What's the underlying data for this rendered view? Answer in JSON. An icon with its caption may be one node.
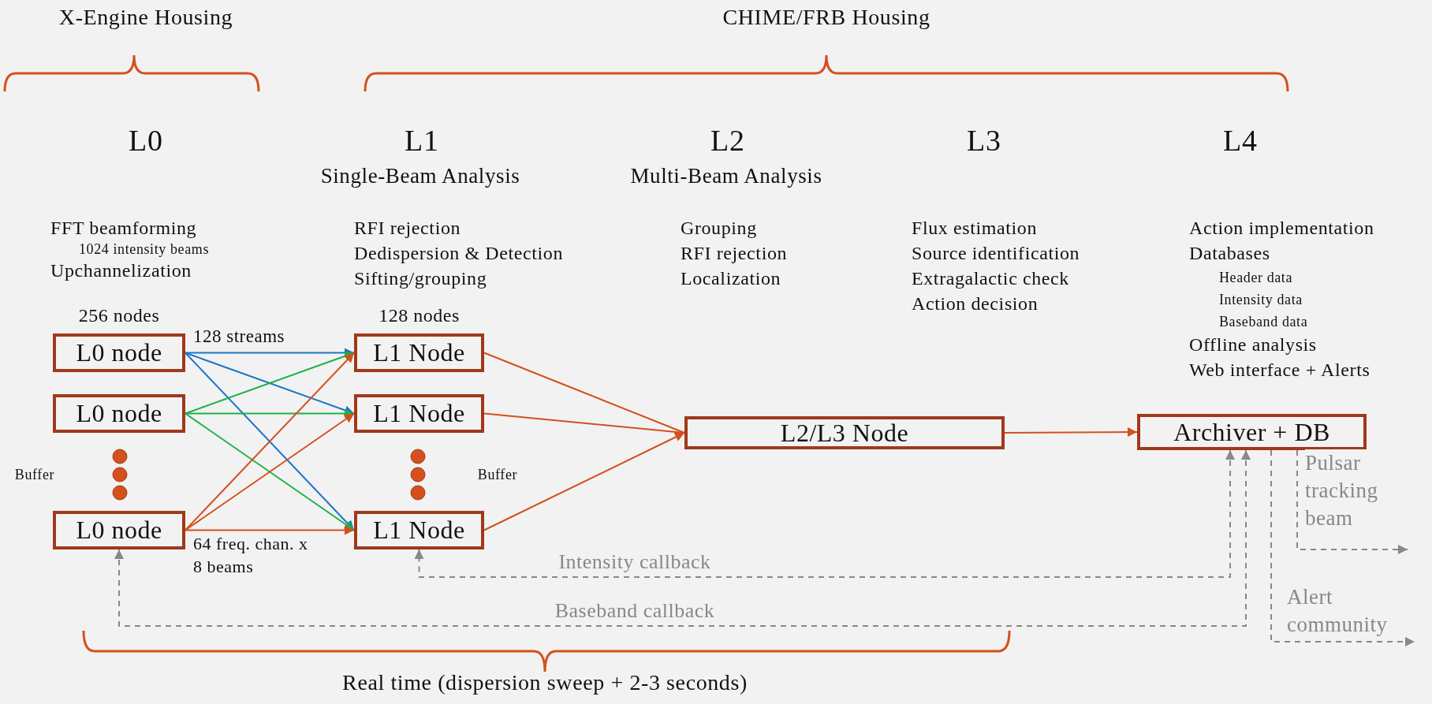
{
  "diagram": {
    "nodes": [
      {
        "text": [
          "L0 node"
        ],
        "beside": [
          "256 nodes"
        ]
      },
      {
        "text": [
          "L0 node"
        ]
      },
      {
        "text": [
          "L0 node"
        ]
      },
      {
        "text": [
          "L1 Node"
        ],
        "beside": [
          "128 nodes"
        ]
      },
      {
        "text": [
          "L1 Node"
        ]
      },
      {
        "text": [
          "L1 Node"
        ]
      },
      {
        "text": [
          "L2/L3 Node"
        ]
      },
      {
        "text": [
          "Archiver + DB"
        ]
      }
    ],
    "edges": [
      {
        "from": 0,
        "to": 3,
        "arrow": "to",
        "label": "128 streams",
        "color": "#1b75c9"
      },
      {
        "from": 0,
        "to": 4,
        "arrow": "to",
        "color": "#1b75c9"
      },
      {
        "from": 0,
        "to": 5,
        "arrow": "to",
        "color": "#1b75c9"
      },
      {
        "from": 1,
        "to": 3,
        "arrow": "to",
        "color": "#1fb04a"
      },
      {
        "from": 1,
        "to": 4,
        "arrow": "to",
        "color": "#1fb04a"
      },
      {
        "from": 1,
        "to": 5,
        "arrow": "to",
        "color": "#1fb04a"
      },
      {
        "from": 2,
        "to": 3,
        "arrow": "to"
      },
      {
        "from": 2,
        "to": 4,
        "arrow": "to"
      },
      {
        "from": 2,
        "to": 5,
        "arrow": "to",
        "label": "64 freq. chan. x 8 beams"
      },
      {
        "from": 3,
        "to": 6,
        "arrow": "none"
      },
      {
        "from": 4,
        "to": 6,
        "arrow": "none"
      },
      {
        "from": 5,
        "to": 6,
        "arrow": "to"
      },
      {
        "from": 6,
        "to": 7,
        "arrow": "to"
      },
      {
        "from": 7,
        "to": 5,
        "arrow": "both",
        "label": "Intensity callback",
        "style": "dashed",
        "color": "#888888"
      },
      {
        "from": 7,
        "to": 2,
        "arrow": "both",
        "label": "Baseband callback",
        "style": "dashed",
        "color": "#888888"
      },
      {
        "from": 7,
        "to": null,
        "arrow": "to",
        "label": "Pulsar tracking beam",
        "style": "dashed",
        "color": "#888888"
      },
      {
        "from": 7,
        "to": null,
        "arrow": "to",
        "label": "Alert community",
        "style": "dashed",
        "color": "#888888"
      }
    ],
    "labels": [
      "X-Engine Housing",
      "CHIME/FRB Housing",
      "L0",
      "L1",
      "L2",
      "L3",
      "L4",
      "Single-Beam Analysis",
      "Multi-Beam Analysis",
      "FFT beamforming",
      "1024 intensity beams",
      "Upchannelization",
      "RFI rejection",
      "Dedispersion & Detection",
      "Sifting/grouping",
      "Grouping",
      "RFI rejection",
      "Localization",
      "Flux estimation",
      "Source identification",
      "Extragalactic check",
      "Action decision",
      "Action implementation",
      "Databases",
      "Header data",
      "Intensity data",
      "Baseband data",
      "Offline analysis",
      "Web interface + Alerts",
      "Buffer",
      "Buffer",
      "Real time (dispersion sweep + 2-3 seconds)"
    ]
  }
}
